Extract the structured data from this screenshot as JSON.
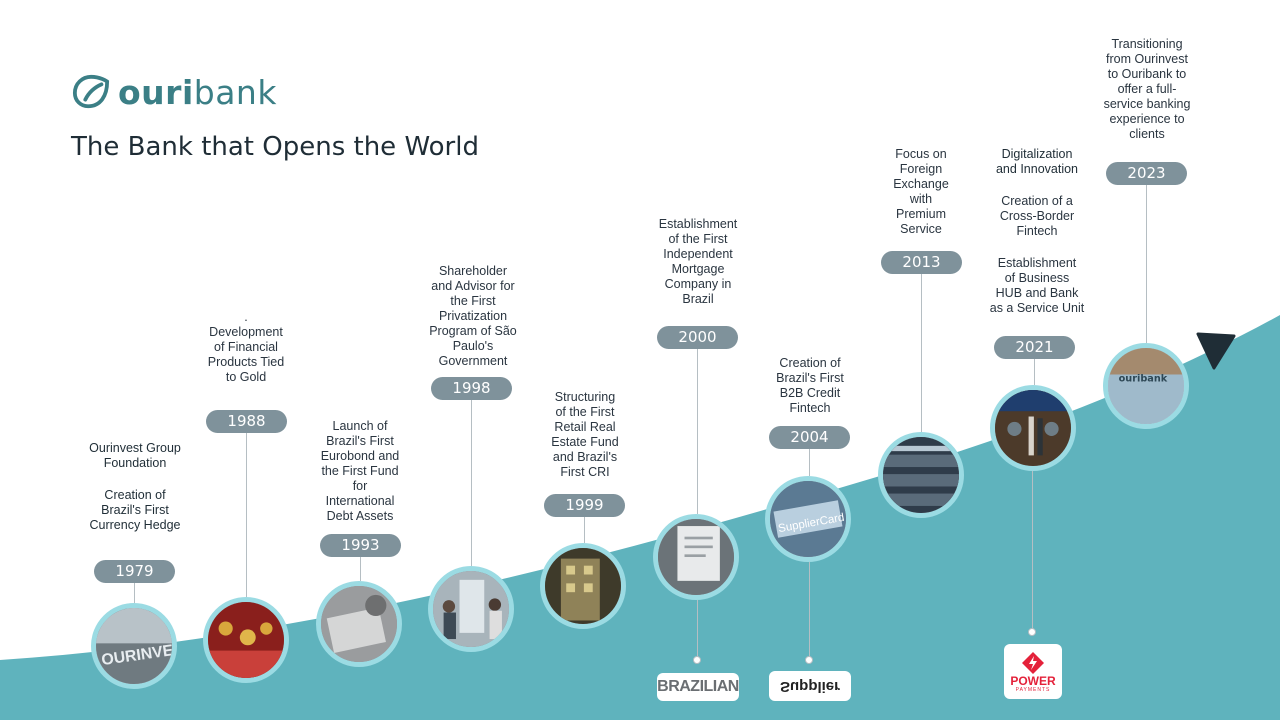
{
  "brand": {
    "name_bold": "ouri",
    "name_regular": "bank",
    "color": "#3b7f86"
  },
  "title": "The Bank that Opens the World",
  "colors": {
    "wave": "#5fb3bd",
    "pill": "#7f929b",
    "ring": "#9bdbe3"
  },
  "milestones": [
    {
      "year": "1979",
      "lines": [
        "Ourinvest Group",
        "Foundation",
        "",
        "Creation of",
        "Brazil's First",
        "Currency Hedge"
      ]
    },
    {
      "year": "1988",
      "lines": [
        ".",
        "Development",
        "of Financial",
        "Products Tied",
        "to Gold"
      ]
    },
    {
      "year": "1993",
      "lines": [
        "Launch of",
        "Brazil's First",
        "Eurobond and",
        "the First Fund",
        "for",
        "International",
        "Debt Assets"
      ]
    },
    {
      "year": "1998",
      "lines": [
        "Shareholder",
        "and Advisor for",
        "the First",
        "Privatization",
        "Program of São",
        "Paulo's",
        "Government"
      ]
    },
    {
      "year": "1999",
      "lines": [
        "Structuring",
        "of the First",
        "Retail Real",
        "Estate Fund",
        "and Brazil's",
        "First CRI"
      ]
    },
    {
      "year": "2000",
      "lines": [
        "Establishment",
        "of the First",
        "Independent",
        "Mortgage",
        "Company in",
        "Brazil"
      ]
    },
    {
      "year": "2004",
      "lines": [
        "Creation of",
        "Brazil's First",
        "B2B Credit",
        "Fintech"
      ]
    },
    {
      "year": "2013",
      "lines": [
        "Focus on",
        "Foreign",
        "Exchange",
        "with",
        "Premium",
        "Service"
      ]
    },
    {
      "year": "2021",
      "lines": [
        "Digitalization",
        "and Innovation",
        "",
        "Creation of a",
        "Cross-Border",
        "Fintech",
        "",
        "Establishment",
        "of Business",
        "HUB and Bank",
        "as a Service Unit"
      ]
    },
    {
      "year": "2023",
      "lines": [
        "Transitioning",
        "from Ourinvest",
        "to Ouribank to",
        "offer a full-",
        "service banking",
        "experience to",
        "clients"
      ]
    }
  ],
  "partner_logos": {
    "brazilian": "BRAZILIAN",
    "supplier": "Supplier",
    "power": "POWER",
    "power_sub": "PAYMENTS"
  },
  "photo_labels": {
    "ourinvest_sign": "OURINVE",
    "supplier_card": "SupplierCard",
    "ouribank_sign": "ouribank"
  }
}
